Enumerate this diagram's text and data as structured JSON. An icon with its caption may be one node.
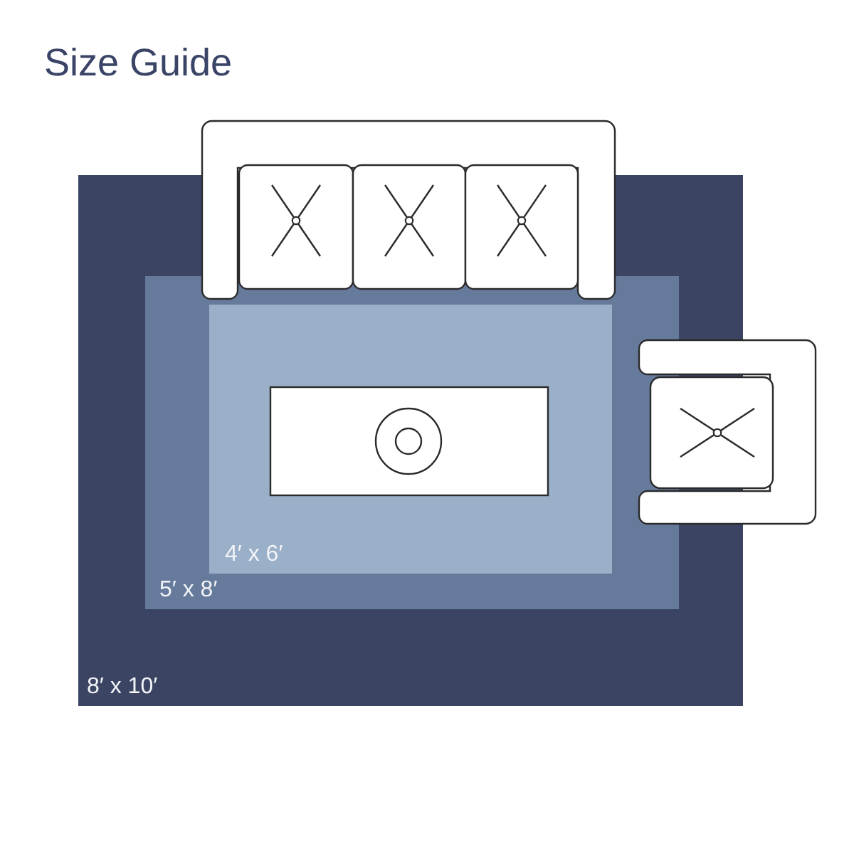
{
  "diagram": {
    "title": "Size Guide",
    "nodes": [
      {
        "text": [
          "8′ x 10′"
        ]
      },
      {
        "text": [
          "5′ x 8′"
        ],
        "in": 0
      },
      {
        "text": [
          "4′ x 6′"
        ],
        "in": 1
      }
    ]
  }
}
